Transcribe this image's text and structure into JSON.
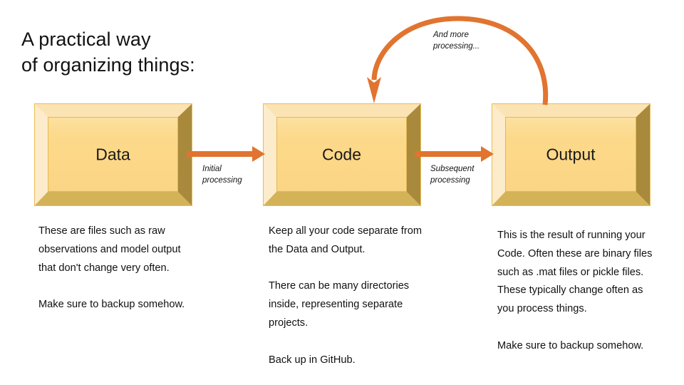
{
  "slide": {
    "title": "A practical way\nof organizing things:",
    "accent_color": "#e1742f",
    "box_fill_color": "#fcd98a",
    "box_bevel_light": "#fdeccb",
    "box_bevel_dark": "#a98a3c"
  },
  "stages": [
    {
      "id": "data",
      "label": "Data",
      "body": "These are files such as raw observations and model output that don't change very often.\n\nMake sure to backup somehow."
    },
    {
      "id": "code",
      "label": "Code",
      "body": "Keep all your code separate from the Data and Output.\n\nThere can be many directories inside, representing separate projects.\n\nBack up in GitHub."
    },
    {
      "id": "output",
      "label": "Output",
      "body": "This is the result of running your Code.  Often these are binary files such as .mat files or pickle files.  These typically change often as you process things.\n\nMake sure to backup somehow."
    }
  ],
  "arrows": [
    {
      "id": "initial",
      "caption": "Initial\nprocessing",
      "from": "data",
      "to": "code"
    },
    {
      "id": "subsequent",
      "caption": "Subsequent\nprocessing",
      "from": "code",
      "to": "output"
    },
    {
      "id": "andmore",
      "caption": "And more\nprocessing...",
      "from": "output",
      "to": "code"
    }
  ]
}
